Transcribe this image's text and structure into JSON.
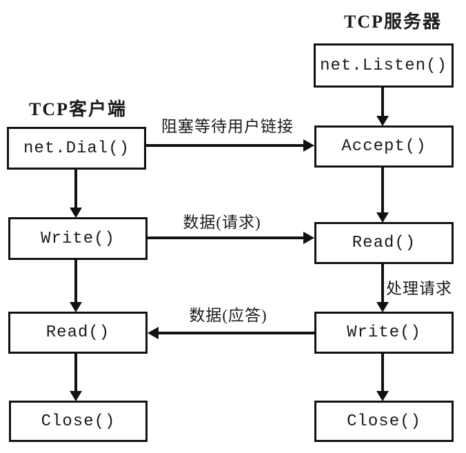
{
  "client": {
    "title": "TCP客户端",
    "boxes": [
      {
        "label": "net.Dial()"
      },
      {
        "label": "Write()"
      },
      {
        "label": "Read()"
      },
      {
        "label": "Close()"
      }
    ]
  },
  "server": {
    "title": "TCP服务器",
    "boxes": [
      {
        "label": "net.Listen()"
      },
      {
        "label": "Accept()"
      },
      {
        "label": "Read()"
      },
      {
        "label": "Write()"
      },
      {
        "label": "Close()"
      }
    ]
  },
  "edges": {
    "connect_label": "阻塞等待用户链接",
    "request_label": "数据(请求)",
    "process_label": "处理请求",
    "response_label": "数据(应答)"
  },
  "colors": {
    "line": "#111111",
    "text": "#1a1a1a",
    "background": "#ffffff"
  }
}
